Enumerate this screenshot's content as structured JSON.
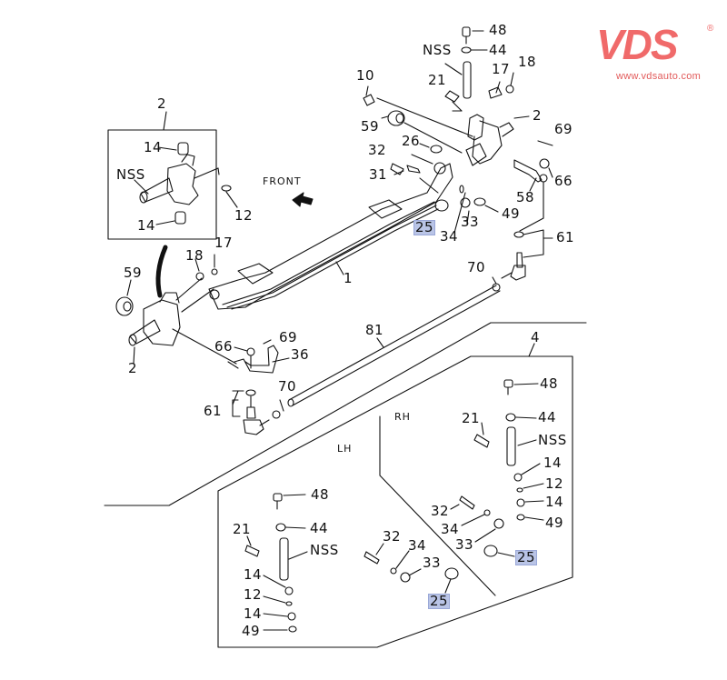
{
  "logo": {
    "brand": "VDS",
    "registered": "®",
    "url": "www.vdsauto.com",
    "color": "#f06a6a"
  },
  "diagram": {
    "title": "Front axle / steering knuckle exploded view",
    "direction_label": "FRONT",
    "side_labels": {
      "rh": "RH",
      "lh": "LH"
    },
    "highlight_color": "#b9c4e6",
    "callouts": {
      "top_48": "48",
      "top_nss": "NSS",
      "top_44": "44",
      "top_17": "17",
      "top_18": "18",
      "top_10": "10",
      "top_21": "21",
      "top_2": "2",
      "top_69": "69",
      "top_59": "59",
      "top_26": "26",
      "top_32": "32",
      "top_31": "31",
      "top_66": "66",
      "top_58": "58",
      "top_25": "25",
      "top_34": "34",
      "top_33": "33",
      "top_49": "49",
      "top_61": "61",
      "top_70": "70",
      "inset_2": "2",
      "inset_14a": "14",
      "inset_nss": "NSS",
      "inset_12": "12",
      "inset_14b": "14",
      "left_18": "18",
      "left_17": "17",
      "left_59": "59",
      "left_2": "2",
      "axle_1": "1",
      "left_66": "66",
      "left_69": "69",
      "left_36": "36",
      "left_61": "61",
      "left_70": "70",
      "rod_81": "81",
      "rh_4": "4",
      "rh_48": "48",
      "rh_44": "44",
      "rh_21": "21",
      "rh_nss": "NSS",
      "rh_14a": "14",
      "rh_12": "12",
      "rh_14b": "14",
      "rh_49": "49",
      "rh_32": "32",
      "rh_34": "34",
      "rh_33": "33",
      "rh_25": "25",
      "lh_48": "48",
      "lh_44": "44",
      "lh_21": "21",
      "lh_nss": "NSS",
      "lh_14a": "14",
      "lh_12": "12",
      "lh_14b": "14",
      "lh_49": "49",
      "lh_32": "32",
      "lh_34": "34",
      "lh_33": "33",
      "lh_25": "25"
    }
  }
}
